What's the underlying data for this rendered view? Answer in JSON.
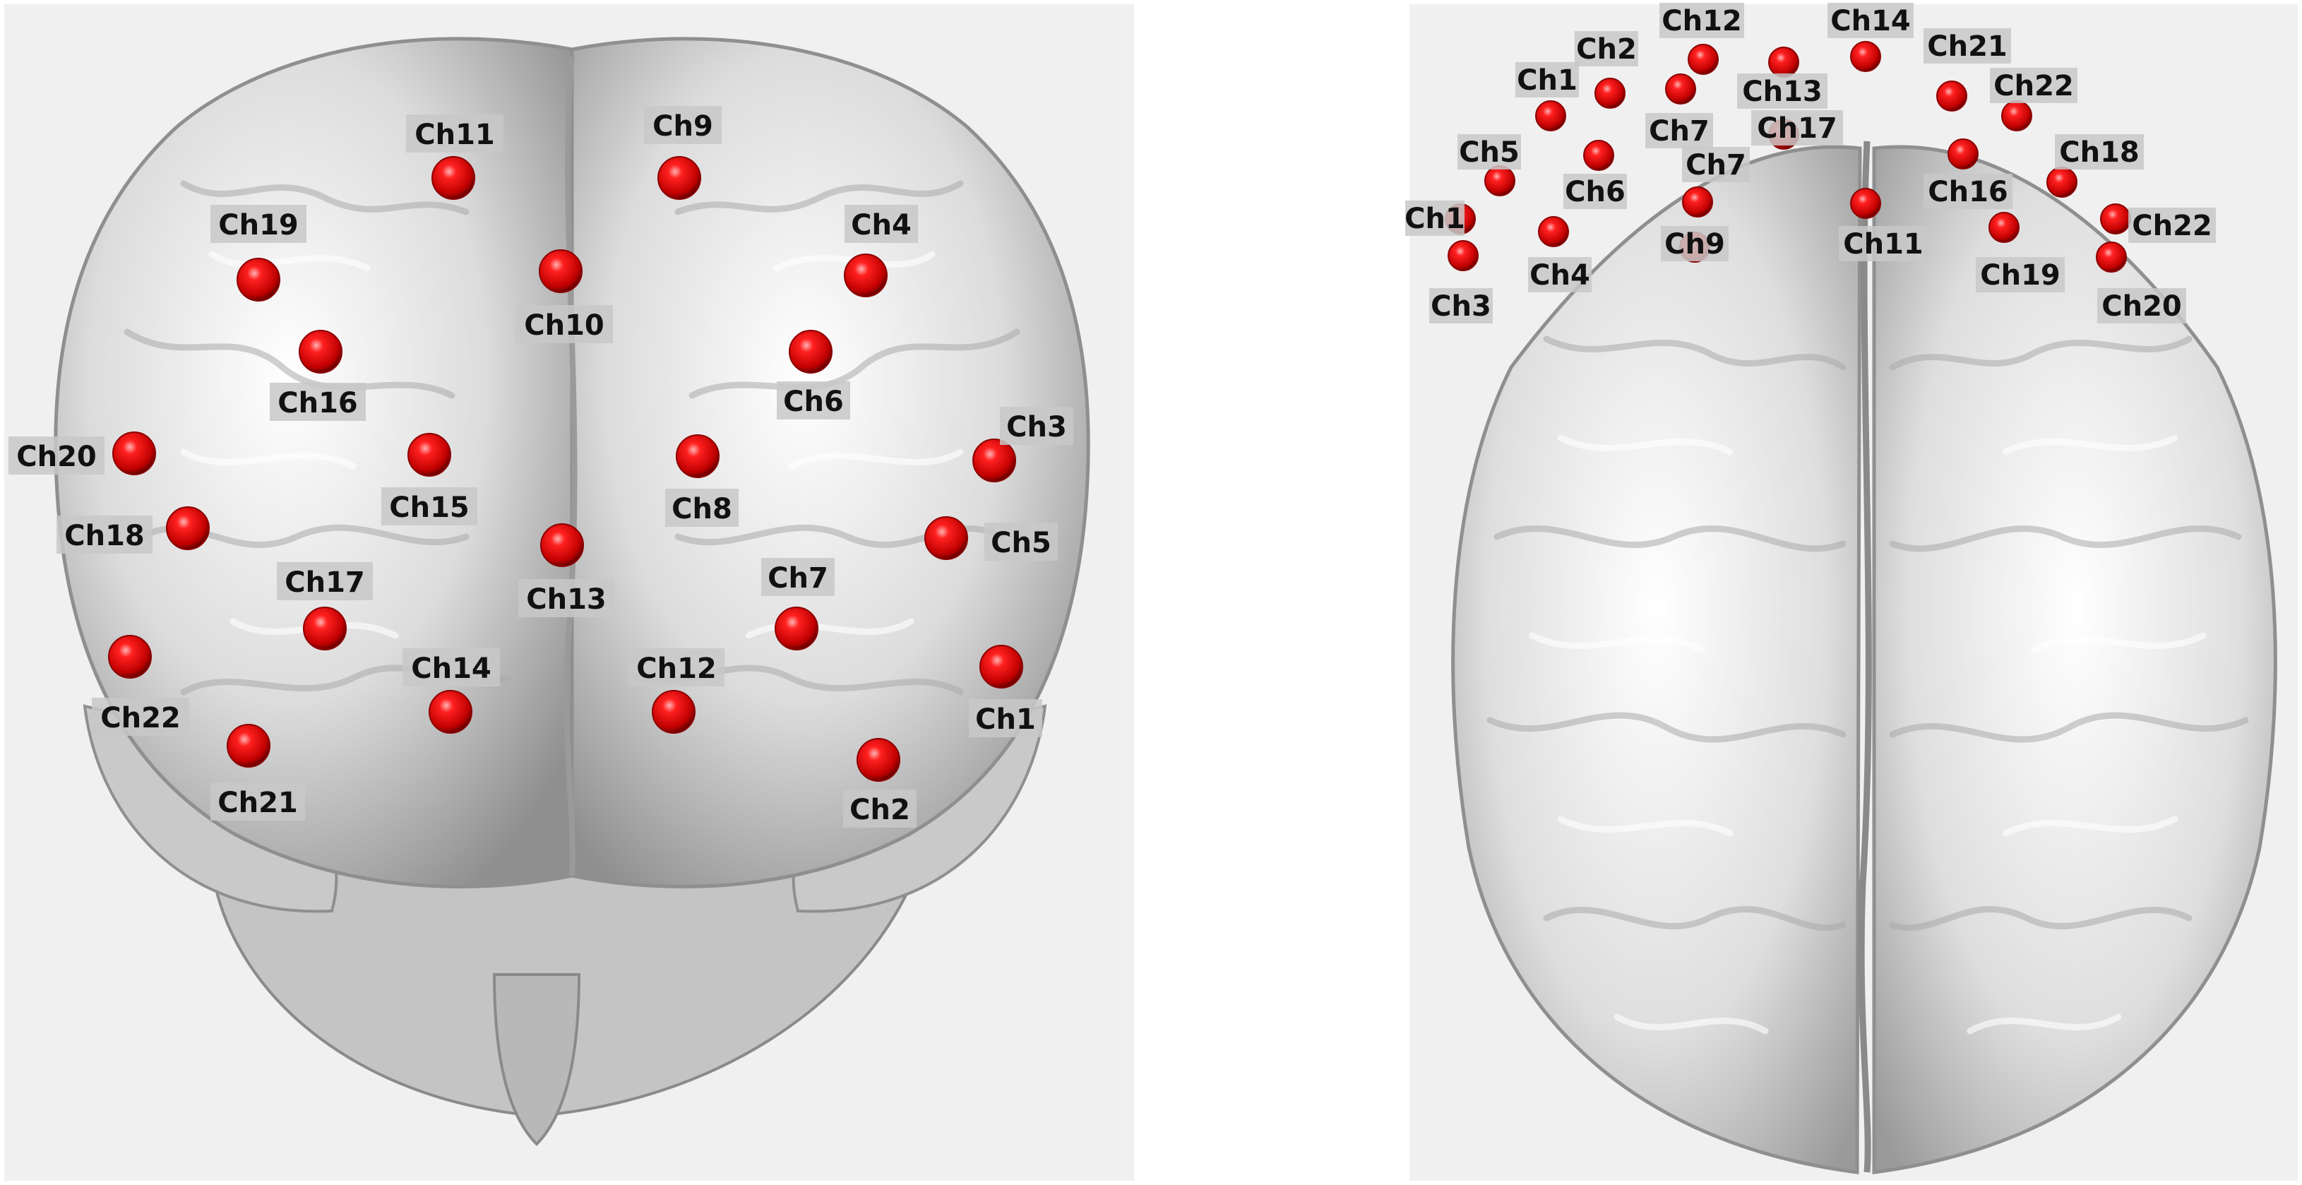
{
  "colors": {
    "background": "#f0f0f0",
    "brain": "#d6d6d6",
    "brain_shadow": "#9a9a9a",
    "electrode": "#e00000",
    "electrode_dark": "#8a0000",
    "label_bg": "#c8c8c8",
    "label_text": "#111111"
  },
  "front_view": {
    "channels": [
      {
        "id": "ch11",
        "label": "Ch11"
      },
      {
        "id": "ch9",
        "label": "Ch9"
      },
      {
        "id": "ch19",
        "label": "Ch19"
      },
      {
        "id": "ch4",
        "label": "Ch4"
      },
      {
        "id": "ch10",
        "label": "Ch10"
      },
      {
        "id": "ch16",
        "label": "Ch16"
      },
      {
        "id": "ch6",
        "label": "Ch6"
      },
      {
        "id": "ch3",
        "label": "Ch3"
      },
      {
        "id": "ch20",
        "label": "Ch20"
      },
      {
        "id": "ch15",
        "label": "Ch15"
      },
      {
        "id": "ch8",
        "label": "Ch8"
      },
      {
        "id": "ch18",
        "label": "Ch18"
      },
      {
        "id": "ch5",
        "label": "Ch5"
      },
      {
        "id": "ch13",
        "label": "Ch13"
      },
      {
        "id": "ch17",
        "label": "Ch17"
      },
      {
        "id": "ch7",
        "label": "Ch7"
      },
      {
        "id": "ch14",
        "label": "Ch14"
      },
      {
        "id": "ch12",
        "label": "Ch12"
      },
      {
        "id": "ch22",
        "label": "Ch22"
      },
      {
        "id": "ch1",
        "label": "Ch1"
      },
      {
        "id": "ch21",
        "label": "Ch21"
      },
      {
        "id": "ch2",
        "label": "Ch2"
      }
    ]
  },
  "top_view": {
    "channels": [
      {
        "id": "ch12",
        "label": "Ch12"
      },
      {
        "id": "ch14",
        "label": "Ch14"
      },
      {
        "id": "ch2",
        "label": "Ch2"
      },
      {
        "id": "ch21",
        "label": "Ch21"
      },
      {
        "id": "ch1",
        "label": "Ch1"
      },
      {
        "id": "ch13",
        "label": "Ch13"
      },
      {
        "id": "ch22",
        "label": "Ch22"
      },
      {
        "id": "ch5",
        "label": "Ch5"
      },
      {
        "id": "ch7a",
        "label": "Ch7"
      },
      {
        "id": "ch17",
        "label": "Ch17"
      },
      {
        "id": "ch18",
        "label": "Ch18"
      },
      {
        "id": "ch7b",
        "label": "Ch7"
      },
      {
        "id": "ch6",
        "label": "Ch6"
      },
      {
        "id": "ch16",
        "label": "Ch16"
      },
      {
        "id": "ch1b",
        "label": "Ch1"
      },
      {
        "id": "ch9",
        "label": "Ch9"
      },
      {
        "id": "ch11",
        "label": "Ch11"
      },
      {
        "id": "ch22b",
        "label": "Ch22"
      },
      {
        "id": "ch4",
        "label": "Ch4"
      },
      {
        "id": "ch19",
        "label": "Ch19"
      },
      {
        "id": "ch3",
        "label": "Ch3"
      },
      {
        "id": "ch20",
        "label": "Ch20"
      }
    ]
  }
}
